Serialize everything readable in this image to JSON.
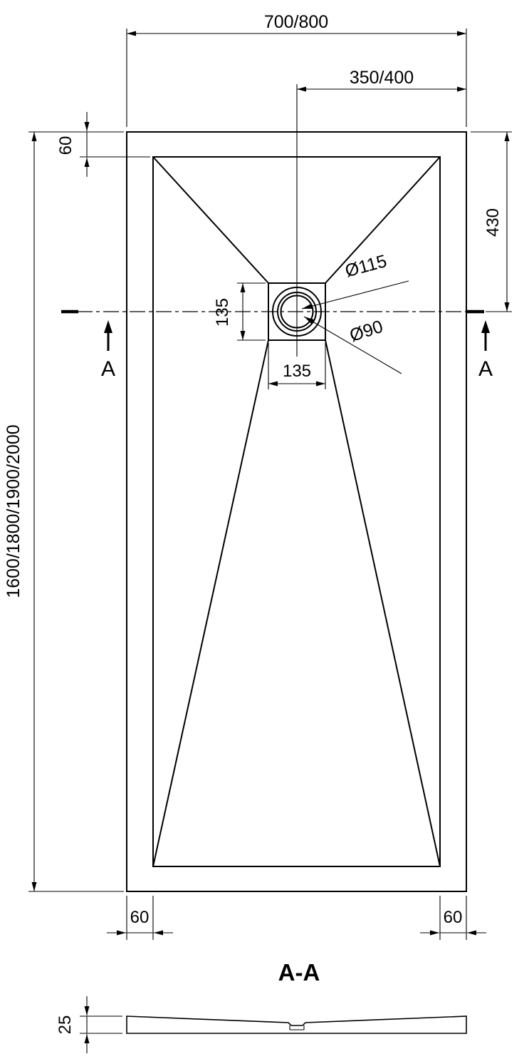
{
  "drawing": {
    "plan": {
      "dim_width": "700/800",
      "dim_half_width": "350/400",
      "dim_wall_top": "60",
      "dim_drain_from_top": "430",
      "dim_drain_box_height": "135",
      "dim_drain_box_width": "135",
      "label_outer_diameter": "Ø115",
      "label_inner_diameter": "Ø90",
      "dim_length": "1600/1800/1900/2000",
      "dim_wall_bottom_left": "60",
      "dim_wall_bottom_right": "60",
      "section_letter_left": "A",
      "section_letter_right": "A"
    },
    "section": {
      "title": "A-A",
      "dim_thickness": "25"
    },
    "colors": {
      "line": "#000000",
      "background": "#ffffff"
    }
  }
}
